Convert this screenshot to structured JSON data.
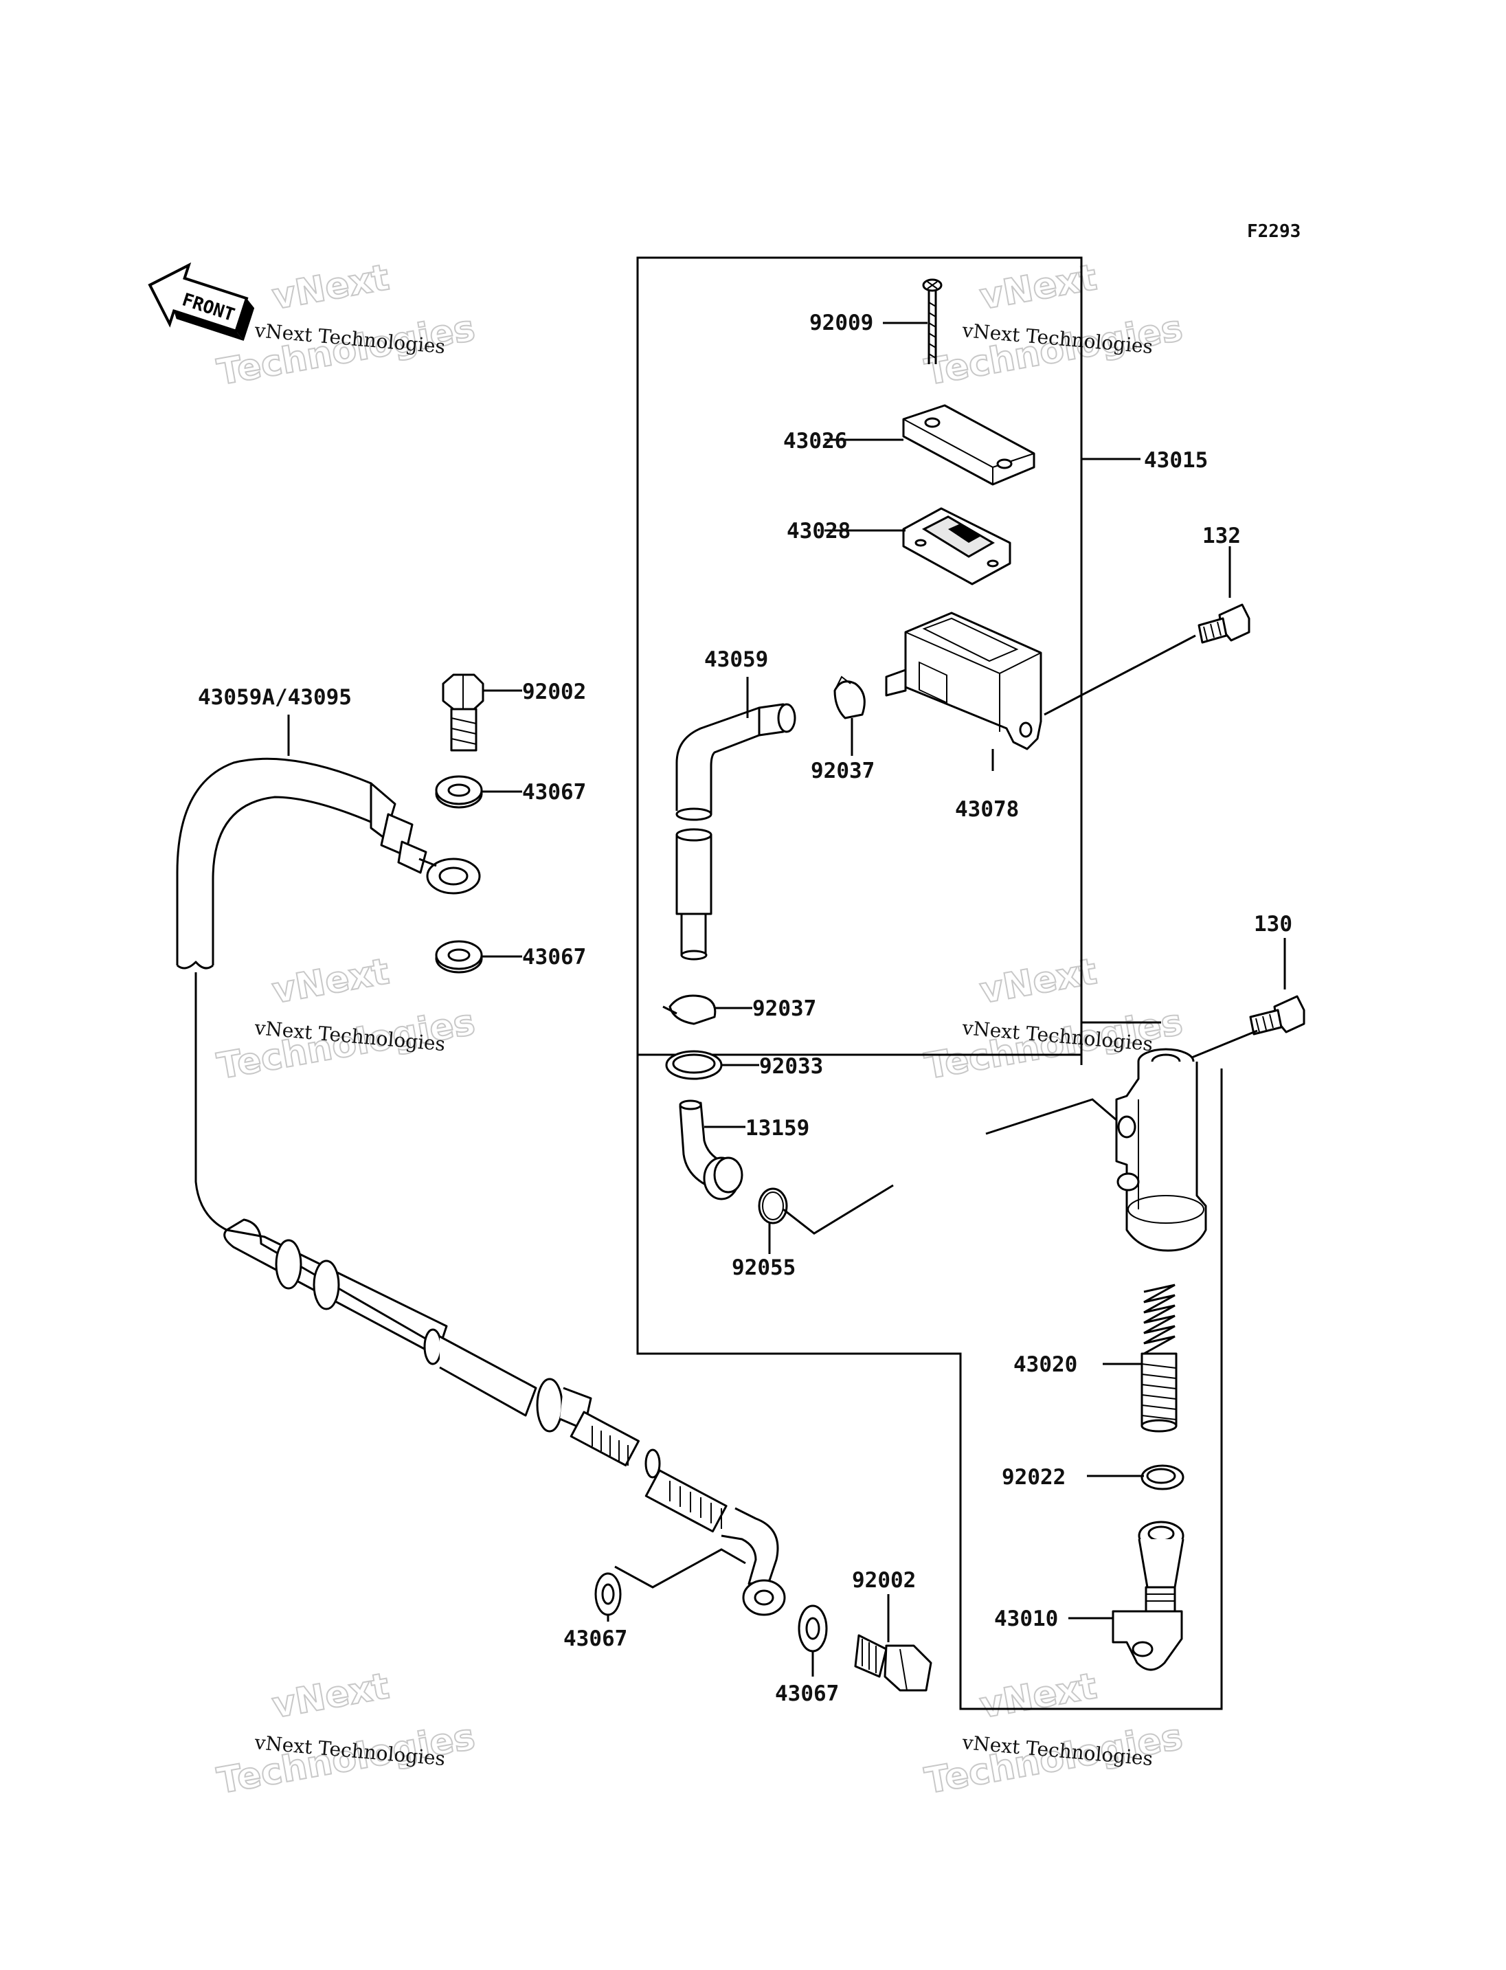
{
  "diagram_code": "F2293",
  "front_label": "FRONT",
  "watermark": {
    "company": "vNext Technologies",
    "line1": "vNext",
    "line2": "Technologies"
  },
  "parts": {
    "p92009": "92009",
    "p43026": "43026",
    "p43015": "43015",
    "p43028": "43028",
    "p132": "132",
    "p43059": "43059",
    "p92037_top": "92037",
    "p43078": "43078",
    "p43059A": "43059A/43095",
    "p92002_top": "92002",
    "p43067_a": "43067",
    "p43067_b": "43067",
    "p92037_mid": "92037",
    "p92033": "92033",
    "p13159": "13159",
    "p92055": "92055",
    "p130": "130",
    "p43020": "43020",
    "p92022": "92022",
    "p43010": "43010",
    "p92002_bottom": "92002",
    "p43067_c": "43067",
    "p43067_d": "43067"
  }
}
